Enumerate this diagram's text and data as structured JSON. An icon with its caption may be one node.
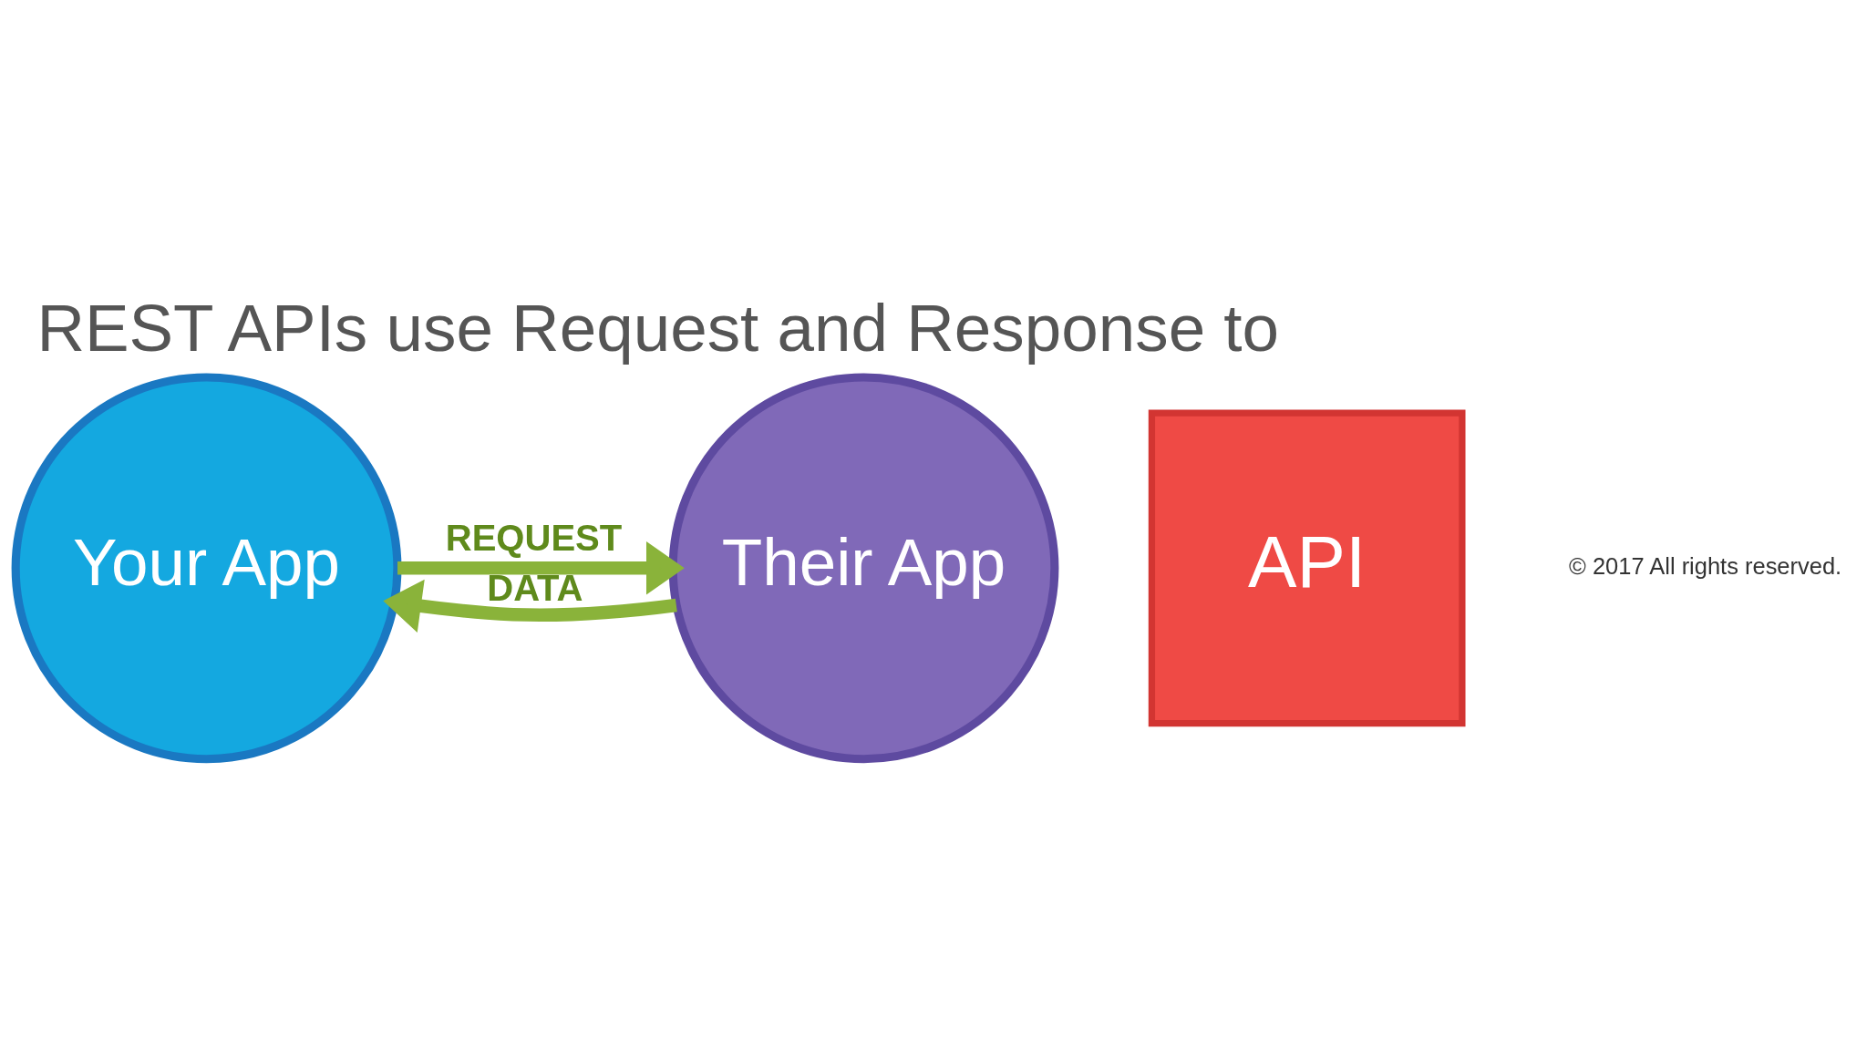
{
  "diagram": {
    "title": "REST APIs use Request and Response to",
    "nodes": [
      {
        "text": [
          "Your App"
        ]
      },
      {
        "text": [
          "API"
        ]
      },
      {
        "text": [
          "Their App"
        ]
      }
    ],
    "edges": [
      {
        "from": 0,
        "to": 2,
        "arrow": "to",
        "label": "REQUEST"
      },
      {
        "from": 2,
        "to": 0,
        "arrow": "to",
        "label": "DATA"
      }
    ],
    "labels": [
      "© 2017 All rights reserved."
    ]
  }
}
